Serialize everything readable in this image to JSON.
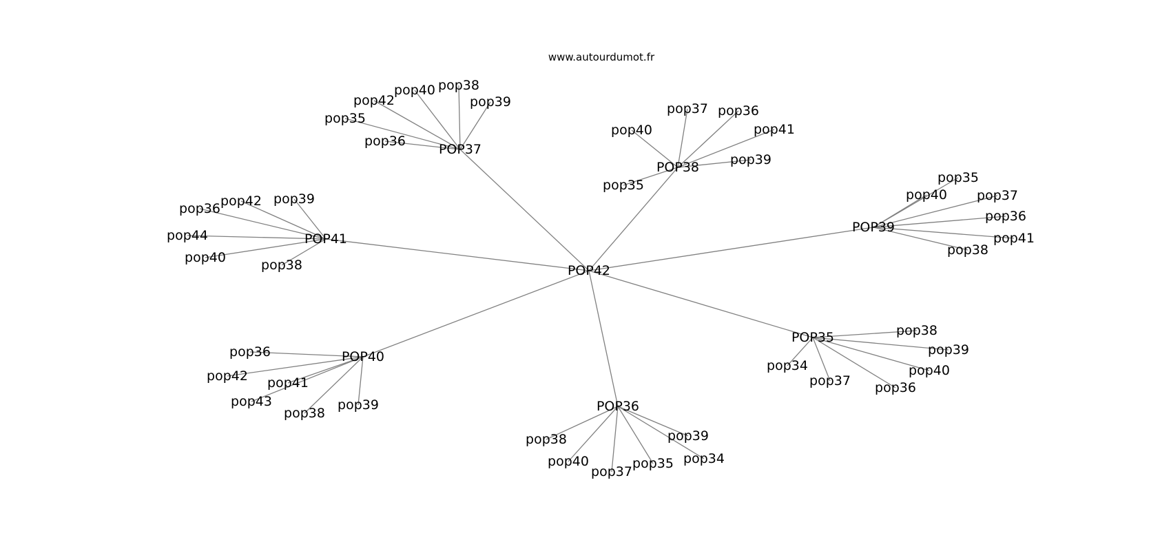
{
  "watermark": "www.autourdumot.fr",
  "graph": {
    "center": "POP42",
    "clusters": [
      {
        "id": "c37",
        "label": "POP37",
        "children": [
          "pop38",
          "pop40",
          "pop42",
          "pop39",
          "pop35",
          "pop36"
        ]
      },
      {
        "id": "c38",
        "label": "POP38",
        "children": [
          "pop37",
          "pop36",
          "pop40",
          "pop41",
          "pop39",
          "pop35"
        ]
      },
      {
        "id": "c39",
        "label": "POP39",
        "children": [
          "pop35",
          "pop40",
          "pop37",
          "pop36",
          "pop41",
          "pop38"
        ]
      },
      {
        "id": "c41",
        "label": "POP41",
        "children": [
          "pop42",
          "pop39",
          "pop36",
          "pop44",
          "pop40",
          "pop38"
        ]
      },
      {
        "id": "c35",
        "label": "POP35",
        "children": [
          "pop38",
          "pop39",
          "pop40",
          "pop34",
          "pop37",
          "pop36"
        ]
      },
      {
        "id": "c40",
        "label": "POP40",
        "children": [
          "pop36",
          "pop42",
          "pop41",
          "pop43",
          "pop38",
          "pop39"
        ]
      },
      {
        "id": "c36",
        "label": "POP36",
        "children": [
          "pop39",
          "pop38",
          "pop34",
          "pop40",
          "pop35",
          "pop37"
        ]
      }
    ]
  }
}
